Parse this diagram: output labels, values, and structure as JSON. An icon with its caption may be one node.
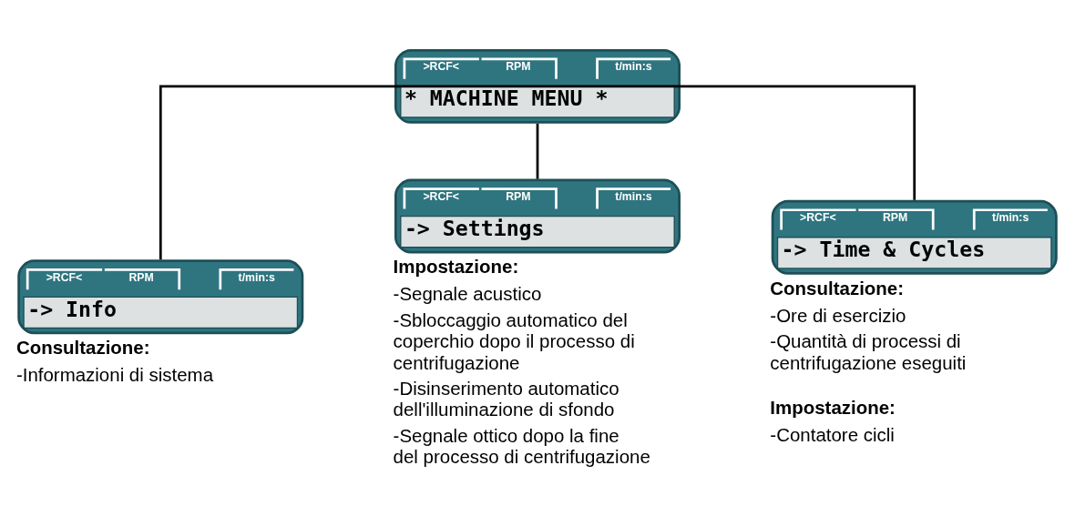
{
  "diagram": {
    "nodes": [
      {
        "text": [
          ">RCF<",
          "RPM",
          "t/min:s",
          "* MACHINE MENU *"
        ]
      },
      {
        "text": [
          ">RCF<",
          "RPM",
          "t/min:s",
          "-> Info"
        ],
        "beside": [
          "Consultazione:",
          "-Informazioni di sistema"
        ]
      },
      {
        "text": [
          ">RCF<",
          "RPM",
          "t/min:s",
          "-> Settings"
        ],
        "beside": [
          "Impostazione:",
          "-Segnale acustico",
          "-Sbloccaggio automatico del coperchio dopo il processo di centrifugazione",
          "-Disinserimento automatico dell'illuminazione di sfondo",
          "-Segnale ottico dopo la fine del processo di centrifugazione"
        ]
      },
      {
        "text": [
          ">RCF<",
          "RPM",
          "t/min:s",
          "-> Time & Cycles"
        ],
        "beside": [
          "Consultazione:",
          "-Ore di esercizio",
          "-Quantità di processi di centrifugazione eseguiti",
          "Impostazione:",
          "-Contatore cicli"
        ]
      }
    ],
    "edges": [
      {
        "from": 0,
        "to": 1,
        "arrow": "none"
      },
      {
        "from": 0,
        "to": 2,
        "arrow": "none"
      },
      {
        "from": 0,
        "to": 3,
        "arrow": "none"
      }
    ]
  }
}
